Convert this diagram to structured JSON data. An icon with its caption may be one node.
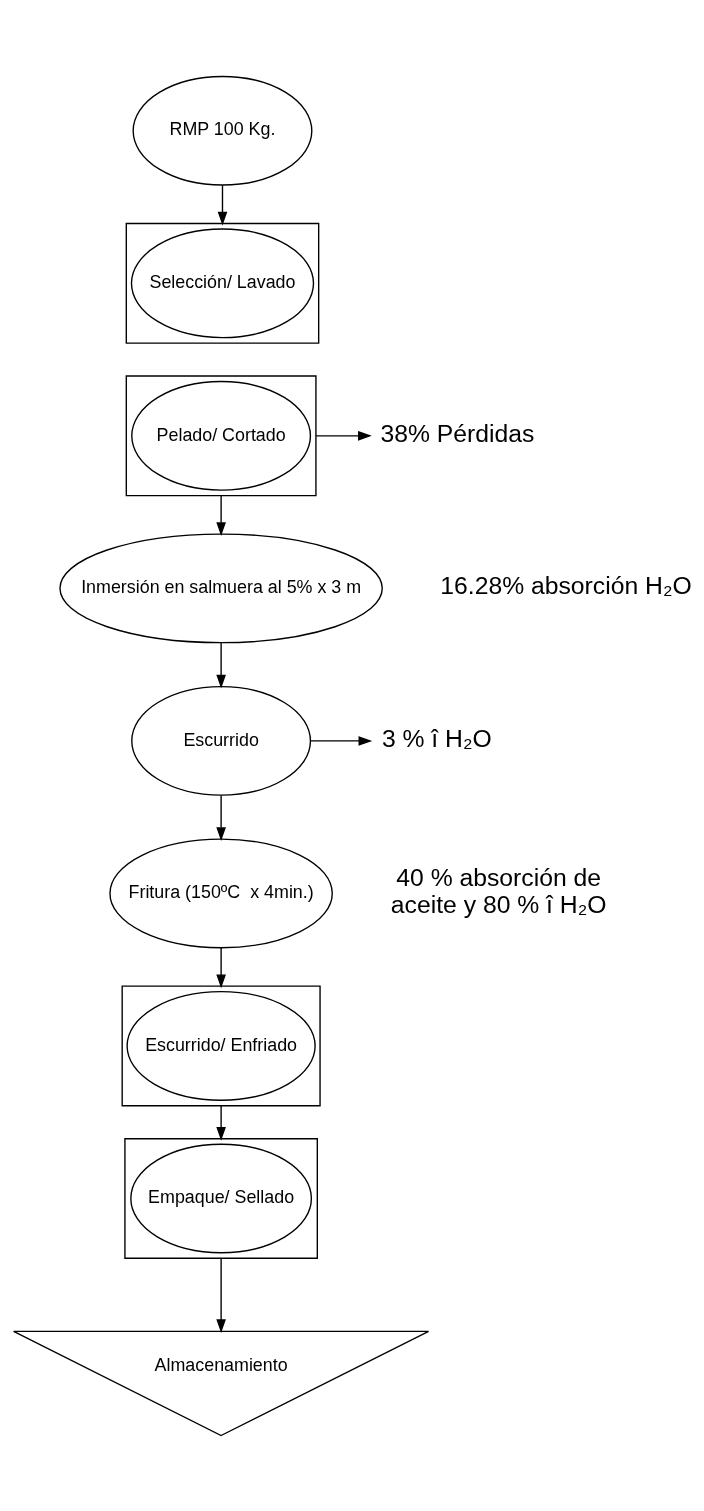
{
  "diagram": {
    "nodes": [
      {
        "text": [
          "RMP 100 Kg."
        ]
      },
      {
        "text": [],
        "shape": "box"
      },
      {
        "text": [
          "Selección/ Lavado"
        ],
        "in": 1
      },
      {
        "text": [],
        "shape": "box"
      },
      {
        "text": [
          "Pelado/ Cortado"
        ],
        "in": 3
      },
      {
        "text": [
          "38% Pérdidas"
        ]
      },
      {
        "text": [
          "Inmersión en salmuera al 5% x 3 m"
        ],
        "beside": [
          "16.28% absorción H₂O"
        ]
      },
      {
        "text": [
          "Escurrido"
        ]
      },
      {
        "text": [
          "3 % î H₂O"
        ]
      },
      {
        "text": [
          "Fritura (150ºC  x 4min.)"
        ],
        "beside": [
          "40 % absorción de aceite y 80 % î H₂O"
        ]
      },
      {
        "text": [],
        "shape": "box"
      },
      {
        "text": [
          "Escurrido/ Enfriado"
        ],
        "in": 10
      },
      {
        "text": [],
        "shape": "box"
      },
      {
        "text": [
          "Empaque/ Sellado"
        ],
        "in": 12
      },
      {
        "text": [
          "Almacenamiento"
        ]
      }
    ],
    "edges": [
      {
        "from": 0,
        "to": 1,
        "arrow": "to"
      },
      {
        "from": 3,
        "to": 5,
        "arrow": "to"
      },
      {
        "from": 3,
        "to": 6,
        "arrow": "to"
      },
      {
        "from": 6,
        "to": 7,
        "arrow": "to"
      },
      {
        "from": 7,
        "to": 8,
        "arrow": "to"
      },
      {
        "from": 7,
        "to": 9,
        "arrow": "to"
      },
      {
        "from": 9,
        "to": 10,
        "arrow": "to"
      },
      {
        "from": 10,
        "to": 12,
        "arrow": "to"
      },
      {
        "from": 12,
        "to": 14,
        "arrow": "to"
      }
    ]
  }
}
